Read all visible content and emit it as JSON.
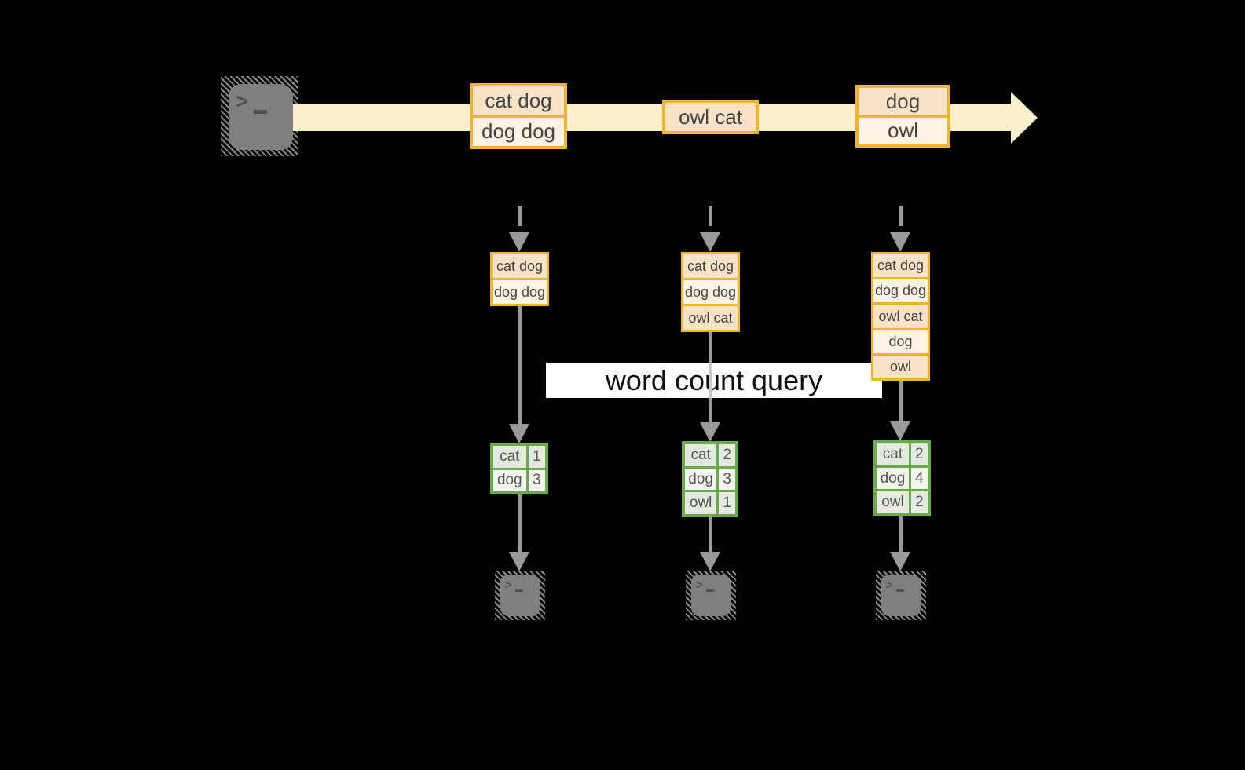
{
  "diagram": {
    "title_hint": "word count over a stream",
    "query_label": "word count query",
    "source_icon": "terminal-icon",
    "sink_icon": "terminal-icon"
  },
  "stream": {
    "events": [
      {
        "lines": [
          "cat dog",
          "dog dog"
        ]
      },
      {
        "lines": [
          "owl cat"
        ]
      },
      {
        "lines": [
          "dog",
          "owl"
        ]
      }
    ]
  },
  "stacks": [
    {
      "lines": [
        "cat dog",
        "dog dog"
      ]
    },
    {
      "lines": [
        "cat dog",
        "dog dog",
        "owl cat"
      ]
    },
    {
      "lines": [
        "cat dog",
        "dog dog",
        "owl cat",
        "dog",
        "owl"
      ]
    }
  ],
  "tables": [
    {
      "rows": [
        {
          "word": "cat",
          "count": "1"
        },
        {
          "word": "dog",
          "count": "3"
        }
      ]
    },
    {
      "rows": [
        {
          "word": "cat",
          "count": "2"
        },
        {
          "word": "dog",
          "count": "3"
        },
        {
          "word": "owl",
          "count": "1"
        }
      ]
    },
    {
      "rows": [
        {
          "word": "cat",
          "count": "2"
        },
        {
          "word": "dog",
          "count": "4"
        },
        {
          "word": "owl",
          "count": "2"
        }
      ]
    }
  ],
  "prompt_glyph": ">",
  "colors": {
    "background": "#000000",
    "stream_band": "#FCF0CC",
    "box_border_gold": "#F0B32C",
    "box_fill_peach": "#FAE2C6",
    "box_fill_cream": "#FDF3E3",
    "table_border_green": "#6BAA4C",
    "table_cell_dark": "#E4EBDE",
    "table_cell_light": "#F1F5EC",
    "arrow_gray": "#9A9A9A",
    "terminal_gray": "#7F7F7F",
    "banner_bg": "#FFFFFF",
    "banner_text": "#111111"
  }
}
